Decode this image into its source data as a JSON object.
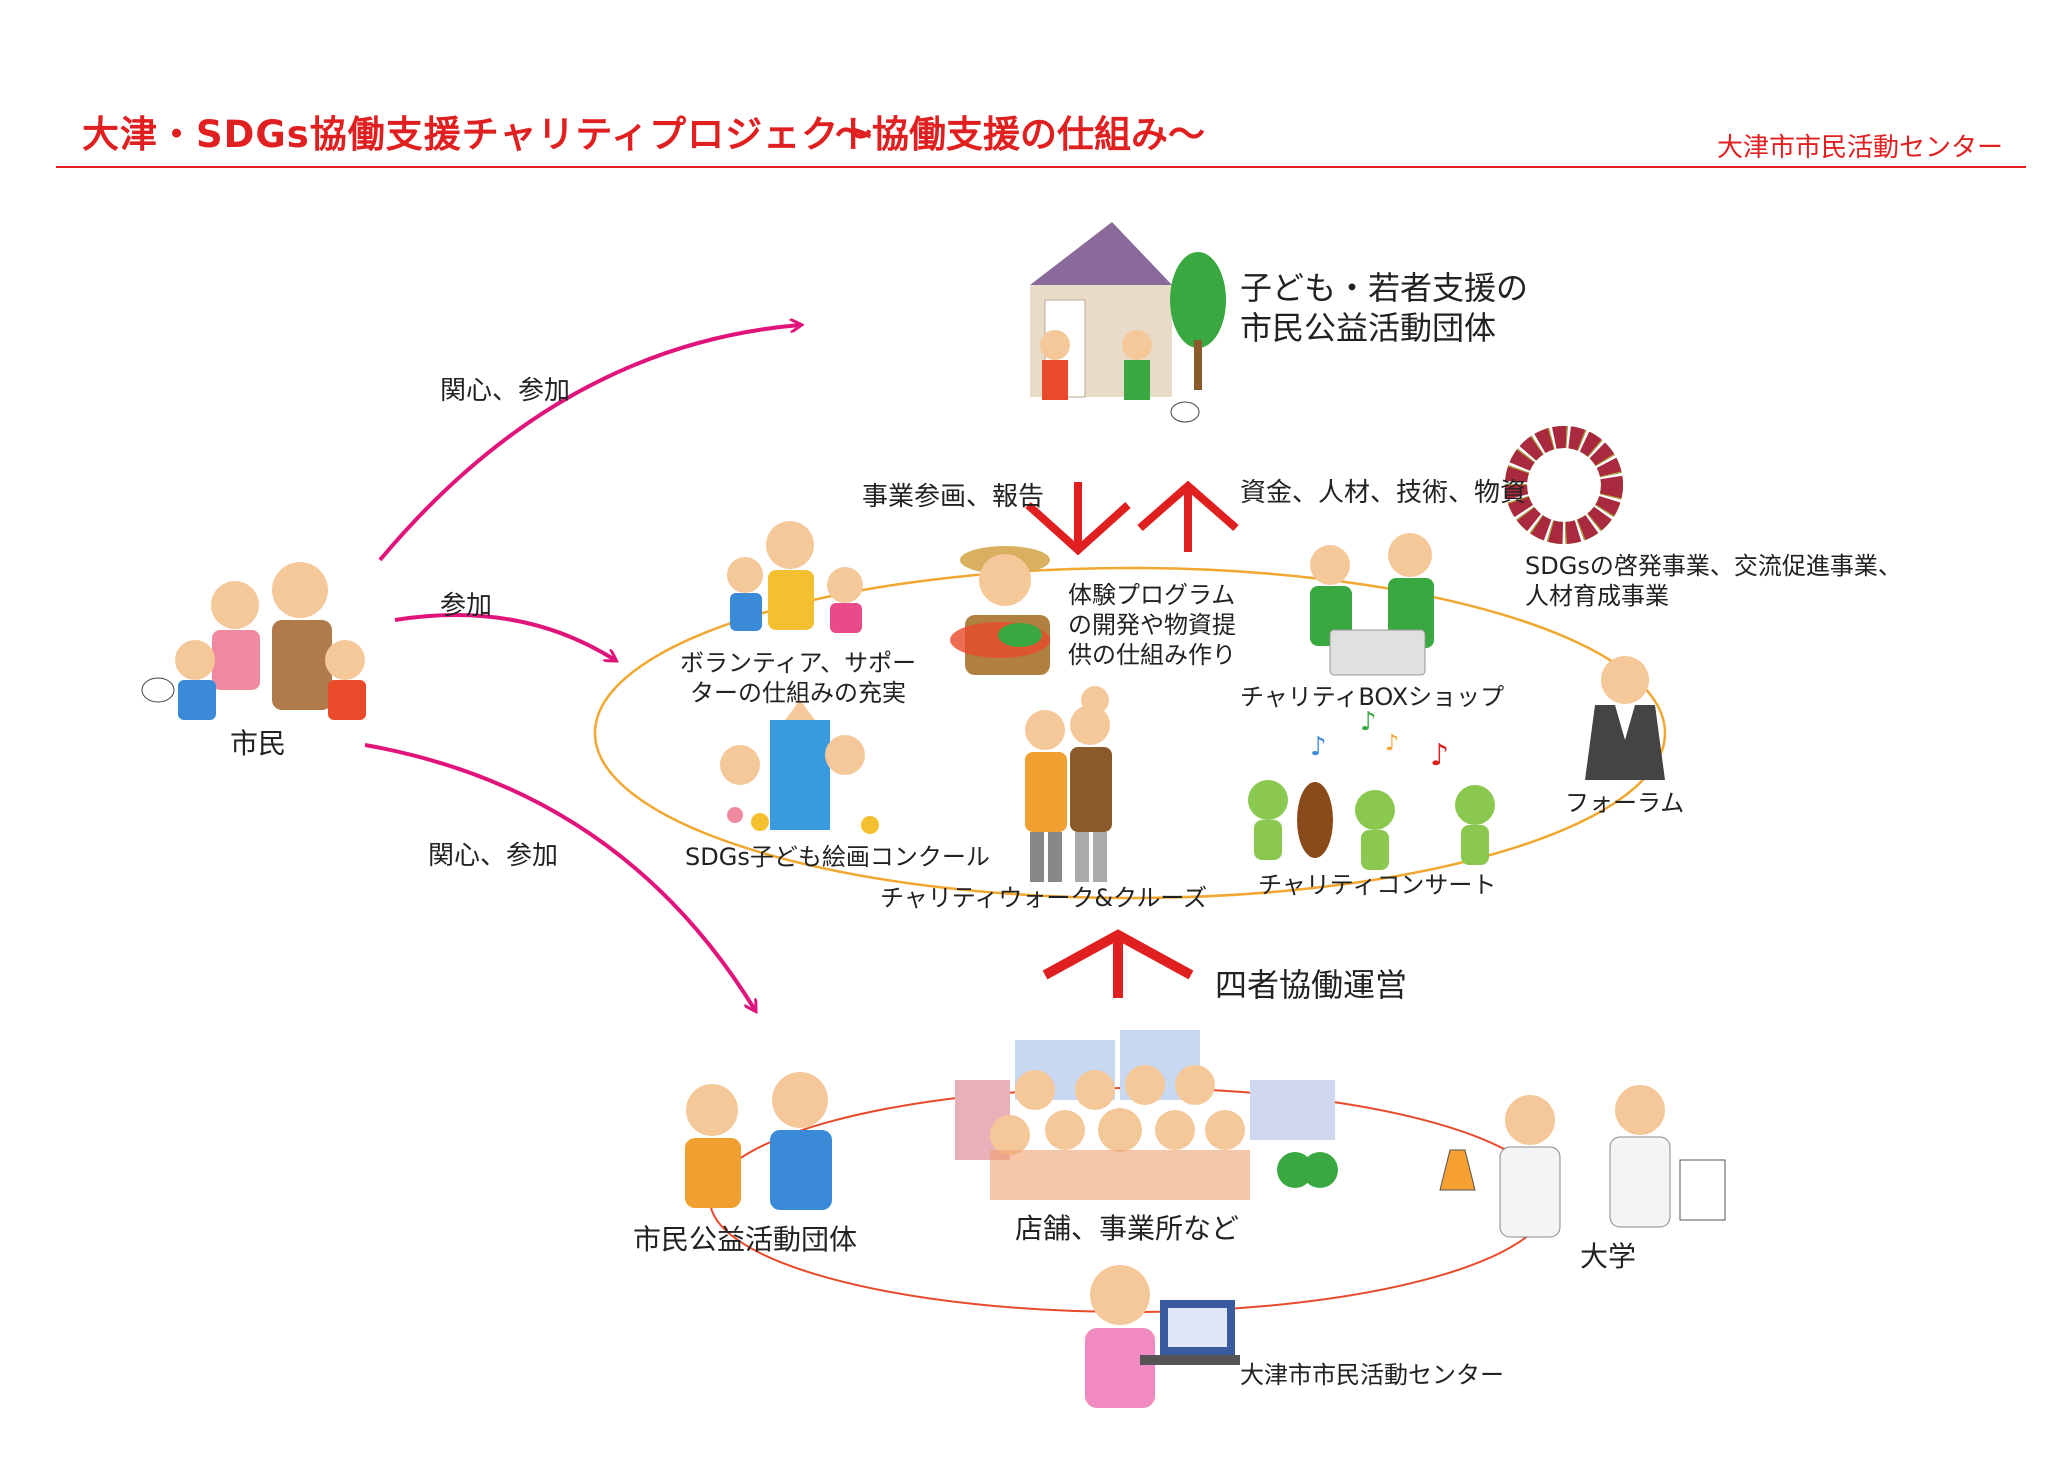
{
  "header": {
    "title": "大津・SDGs協働支援チャリティプロジェクト",
    "subtitle": "～協働支援の仕組み～",
    "organization": "大津市市民活動センター"
  },
  "nodes": {
    "target_org": {
      "line1": "子ども・若者支援の",
      "line2": "市民公益活動団体"
    },
    "citizen": "市民",
    "volunteer": {
      "line1": "ボランティア、サポー",
      "line2": "ターの仕組みの充実"
    },
    "program": {
      "line1": "体験プログラム",
      "line2": "の開発や物資提",
      "line3": "供の仕組み作り"
    },
    "box_shop": "チャリティBOXショップ",
    "sdgs_promo": {
      "line1": "SDGsの啓発事業、交流促進事業、",
      "line2": "人材育成事業"
    },
    "forum": "フォーラム",
    "art_contest": "SDGs子ども絵画コンクール",
    "walk_cruise": "チャリティウォーク&クルーズ",
    "concert": "チャリティコンサート",
    "civic_org": "市民公益活動団体",
    "stores": "店舗、事業所など",
    "university": "大学",
    "center": "大津市市民活動センター"
  },
  "edges": {
    "interest_participation_top": "関心、参加",
    "participation": "参加",
    "interest_participation_bottom": "関心、参加",
    "project_report": "事業参画、報告",
    "resources": "資金、人材、技術、物資",
    "four_party": "四者協働運営"
  },
  "colors": {
    "accent_red": "#e02020",
    "arrow_magenta": "#e0147a",
    "ellipse_orange": "#f0a830",
    "ellipse_red": "#e84a2a"
  }
}
